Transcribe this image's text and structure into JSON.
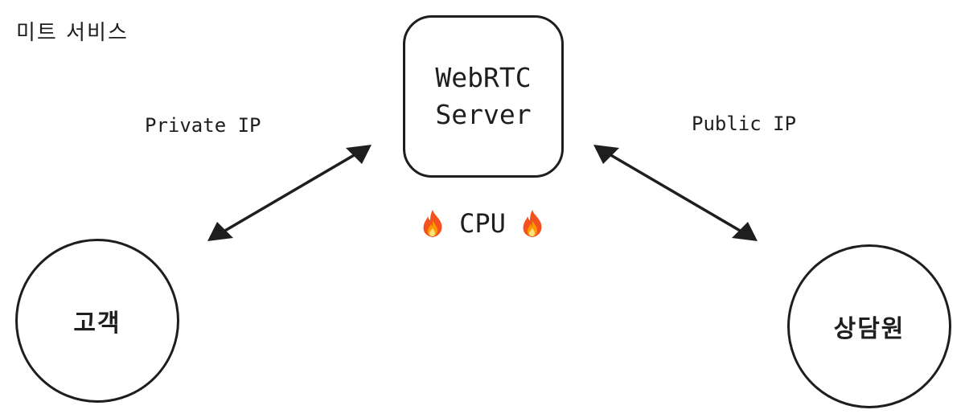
{
  "diagram": {
    "title": "미트 서비스",
    "server": {
      "line1": "WebRTC",
      "line2": "Server"
    },
    "cpu_note": {
      "text": "CPU",
      "icon": "fire-icon"
    },
    "nodes": {
      "customer": "고객",
      "agent": "상담원"
    },
    "edges": {
      "customer_server": {
        "label": "Private IP",
        "type": "bidirectional-arrow"
      },
      "server_agent": {
        "label": "Public IP",
        "type": "bidirectional-arrow"
      }
    },
    "colors": {
      "stroke": "#1e1e1e",
      "background": "#ffffff",
      "fire_outer": "#f4511e",
      "fire_inner": "#ffc107"
    }
  }
}
